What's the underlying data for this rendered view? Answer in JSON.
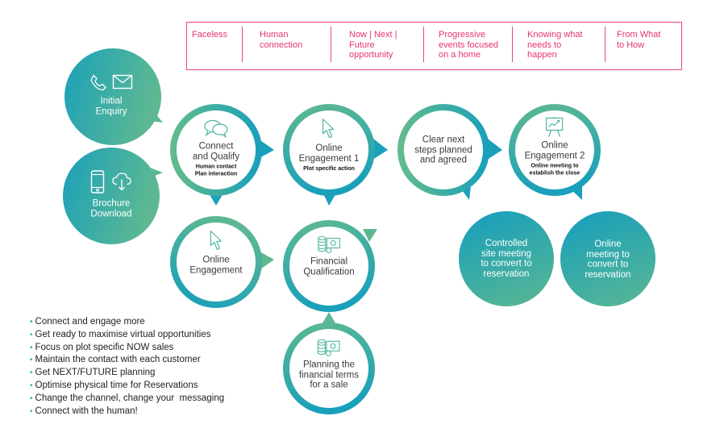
{
  "colors": {
    "pink": "#e8467a",
    "teal_dark": "#1aa0ba",
    "teal_light": "#5db892",
    "text_dark": "#333333"
  },
  "header": {
    "columns": [
      {
        "label": "Faceless"
      },
      {
        "label": "Human connection"
      },
      {
        "label": "Now | Next | Future opportunity"
      },
      {
        "label": "Progressive events focused on a home"
      },
      {
        "label": "Knowing what needs to happen"
      },
      {
        "label": "From What to How"
      }
    ],
    "lines": [
      [
        "Faceless"
      ],
      [
        "Human",
        "connection"
      ],
      [
        "Now | Next |",
        "Future",
        "opportunity"
      ],
      [
        "Progressive",
        "events focused",
        "on a home"
      ],
      [
        "Knowing what",
        "needs to",
        "happen"
      ],
      [
        "From What",
        "to How"
      ]
    ]
  },
  "nodes": {
    "initial_enquiry": {
      "title": [
        "Initial",
        "Enquiry"
      ],
      "icons": [
        "phone-icon",
        "envelope-icon"
      ]
    },
    "brochure_download": {
      "title": [
        "Brochure",
        "Download"
      ],
      "icons": [
        "mobile-phone-icon",
        "cloud-download-icon"
      ]
    },
    "connect_qualify": {
      "title": [
        "Connect",
        "and Qualify"
      ],
      "subtitle": [
        "Human contact",
        "Plan interaction"
      ],
      "icon": "chat-bubbles-icon"
    },
    "online_engagement_1": {
      "title": [
        "Online",
        "Engagement 1"
      ],
      "subtitle": [
        "Plot specific action"
      ],
      "icon": "cursor-icon"
    },
    "clear_next_steps": {
      "title": [
        "Clear next",
        "steps planned",
        "and agreed"
      ]
    },
    "online_engagement_2": {
      "title": [
        "Online",
        "Engagement 2"
      ],
      "subtitle": [
        "Online meeting to",
        "establish the close"
      ],
      "icon": "presentation-chart-icon"
    },
    "online_engagement": {
      "title": [
        "Online",
        "Engagement"
      ],
      "icon": "cursor-icon"
    },
    "financial_qualification": {
      "title": [
        "Financial",
        "Qualification"
      ],
      "icon": "money-coins-icon"
    },
    "planning_financial_terms": {
      "title": [
        "Planning the",
        "financial terms",
        "for a sale"
      ],
      "icon": "money-coins-icon"
    },
    "controlled_site_meeting": {
      "title": [
        "Controlled",
        "site meeting",
        "to convert to",
        "reservation"
      ]
    },
    "online_meeting": {
      "title": [
        "Online",
        "meeting to",
        "convert to",
        "reservation"
      ]
    }
  },
  "bullets": [
    "Connect and engage more",
    "Get ready to maximise virtual opportunities",
    "Focus on plot specific NOW sales",
    "Maintain the contact with each customer",
    "Get NEXT/FUTURE planning",
    "Optimise physical time for Reservations",
    "Change the channel, change your  messaging",
    "Connect with the human!"
  ]
}
